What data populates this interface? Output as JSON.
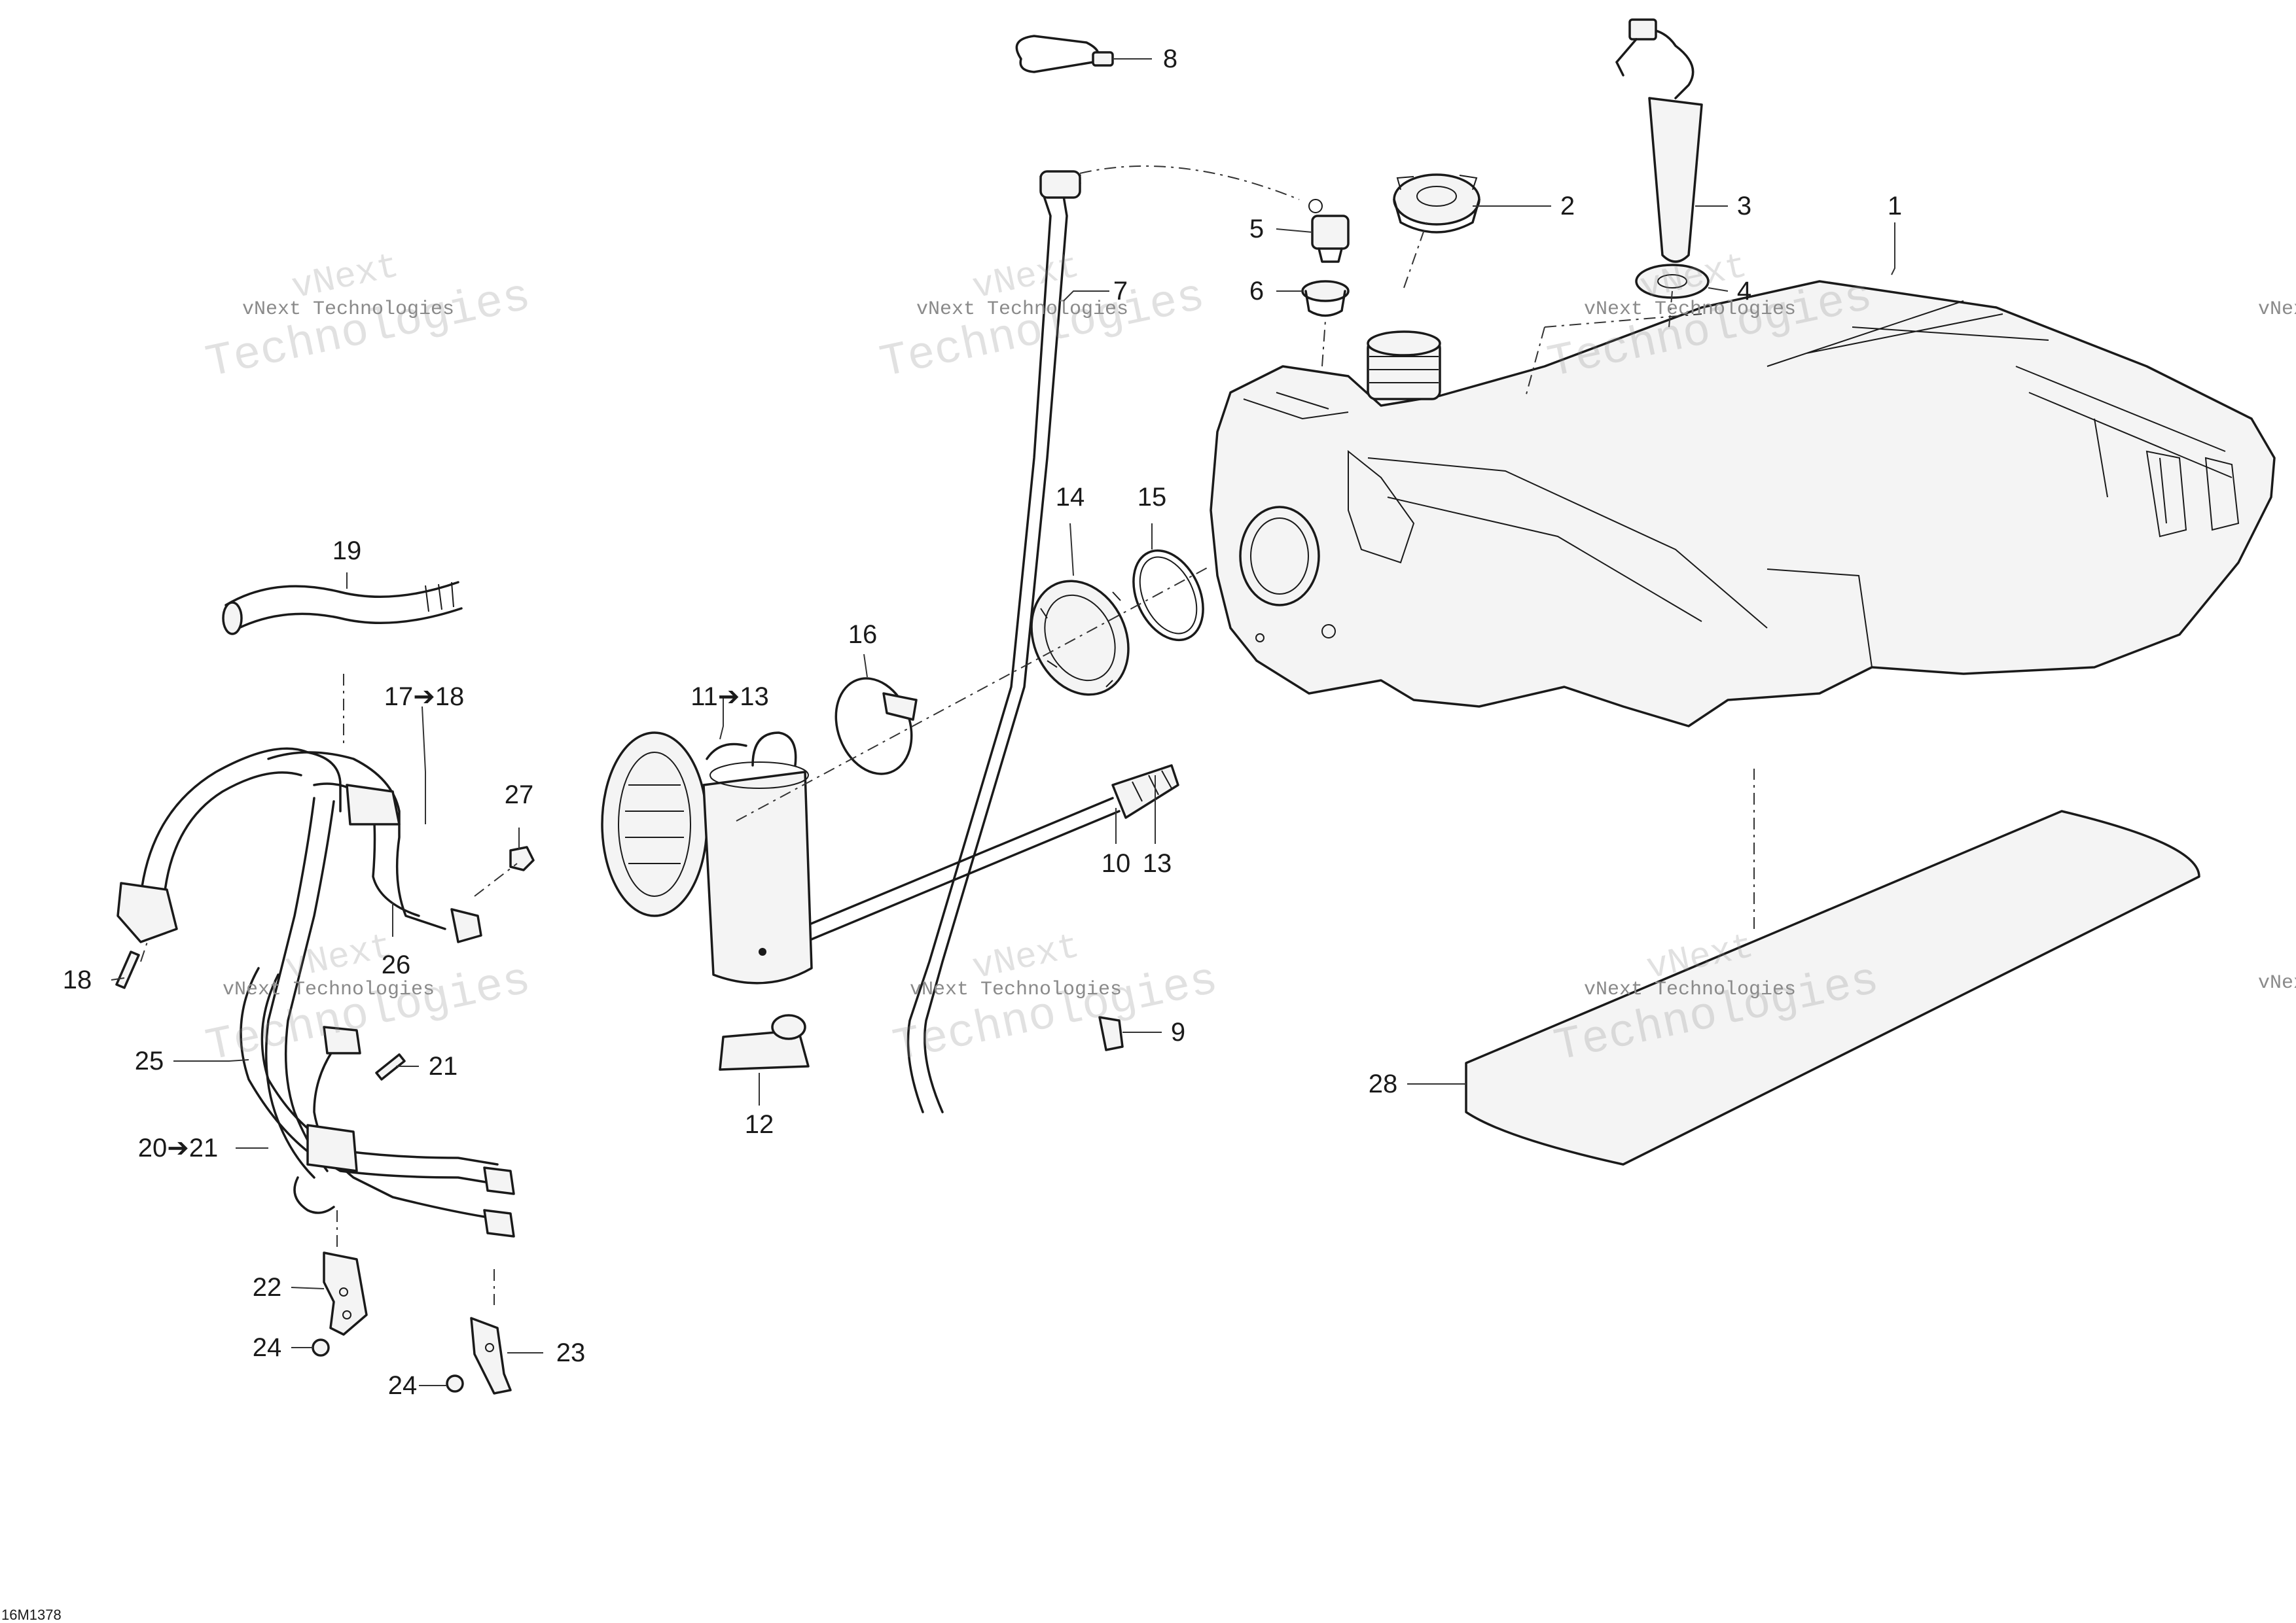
{
  "document": {
    "reference": "16M1378"
  },
  "watermark": {
    "line1": "vNext Technologies",
    "line2": "Technologies",
    "line3": "vNext"
  },
  "callouts": [
    {
      "label": "1"
    },
    {
      "label": "2"
    },
    {
      "label": "3"
    },
    {
      "label": "4"
    },
    {
      "label": "5"
    },
    {
      "label": "6"
    },
    {
      "label": "7"
    },
    {
      "label": "8"
    },
    {
      "label": "9"
    },
    {
      "label": "10"
    },
    {
      "label": "11➔13"
    },
    {
      "label": "12"
    },
    {
      "label": "13"
    },
    {
      "label": "14"
    },
    {
      "label": "15"
    },
    {
      "label": "16"
    },
    {
      "label": "17➔18"
    },
    {
      "label": "18"
    },
    {
      "label": "19"
    },
    {
      "label": "20➔21"
    },
    {
      "label": "21"
    },
    {
      "label": "22"
    },
    {
      "label": "23"
    },
    {
      "label": "24"
    },
    {
      "label": "24"
    },
    {
      "label": "25"
    },
    {
      "label": "26"
    },
    {
      "label": "27"
    },
    {
      "label": "28"
    }
  ]
}
